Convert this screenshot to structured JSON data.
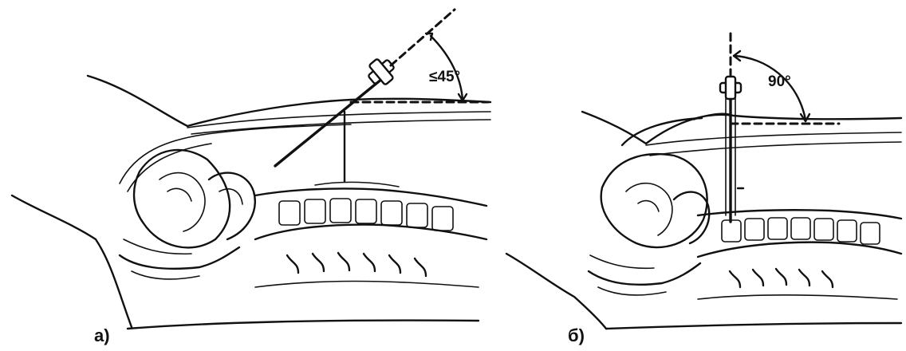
{
  "panels": [
    {
      "caption": "а)",
      "angle_label": "≤45°"
    },
    {
      "caption": "б)",
      "angle_label": "90°"
    }
  ]
}
